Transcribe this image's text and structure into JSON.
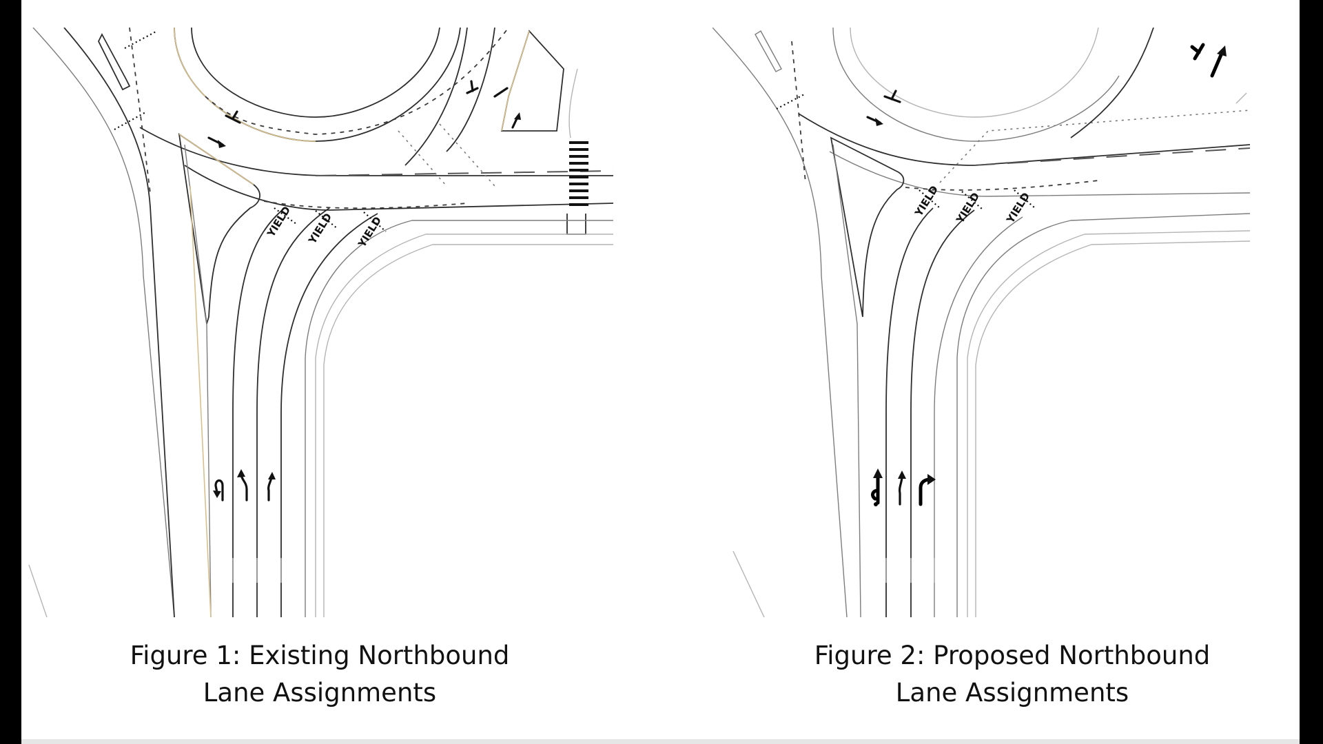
{
  "figures": [
    {
      "id": "existing",
      "caption_line1": "Figure 1: Existing Northbound",
      "caption_line2": "Lane Assignments",
      "pavement_text": [
        "YIELD",
        "YIELD",
        "YIELD"
      ],
      "lane_arrow_icons": [
        "u-turn-left-arrow-icon",
        "left-turn-arrow-icon",
        "through-bend-arrow-icon"
      ]
    },
    {
      "id": "proposed",
      "caption_line1": "Figure 2: Proposed Northbound",
      "caption_line2": "Lane Assignments",
      "pavement_text": [
        "YIELD",
        "YIELD",
        "YIELD"
      ],
      "lane_arrow_icons": [
        "u-turn-left-through-arrow-icon",
        "through-arrow-icon",
        "right-turn-arrow-icon"
      ]
    }
  ],
  "colors": {
    "frame": "#000000",
    "panel": "#ffffff",
    "linework": "#2e2e2e",
    "curb_tan": "#d7c08e"
  }
}
